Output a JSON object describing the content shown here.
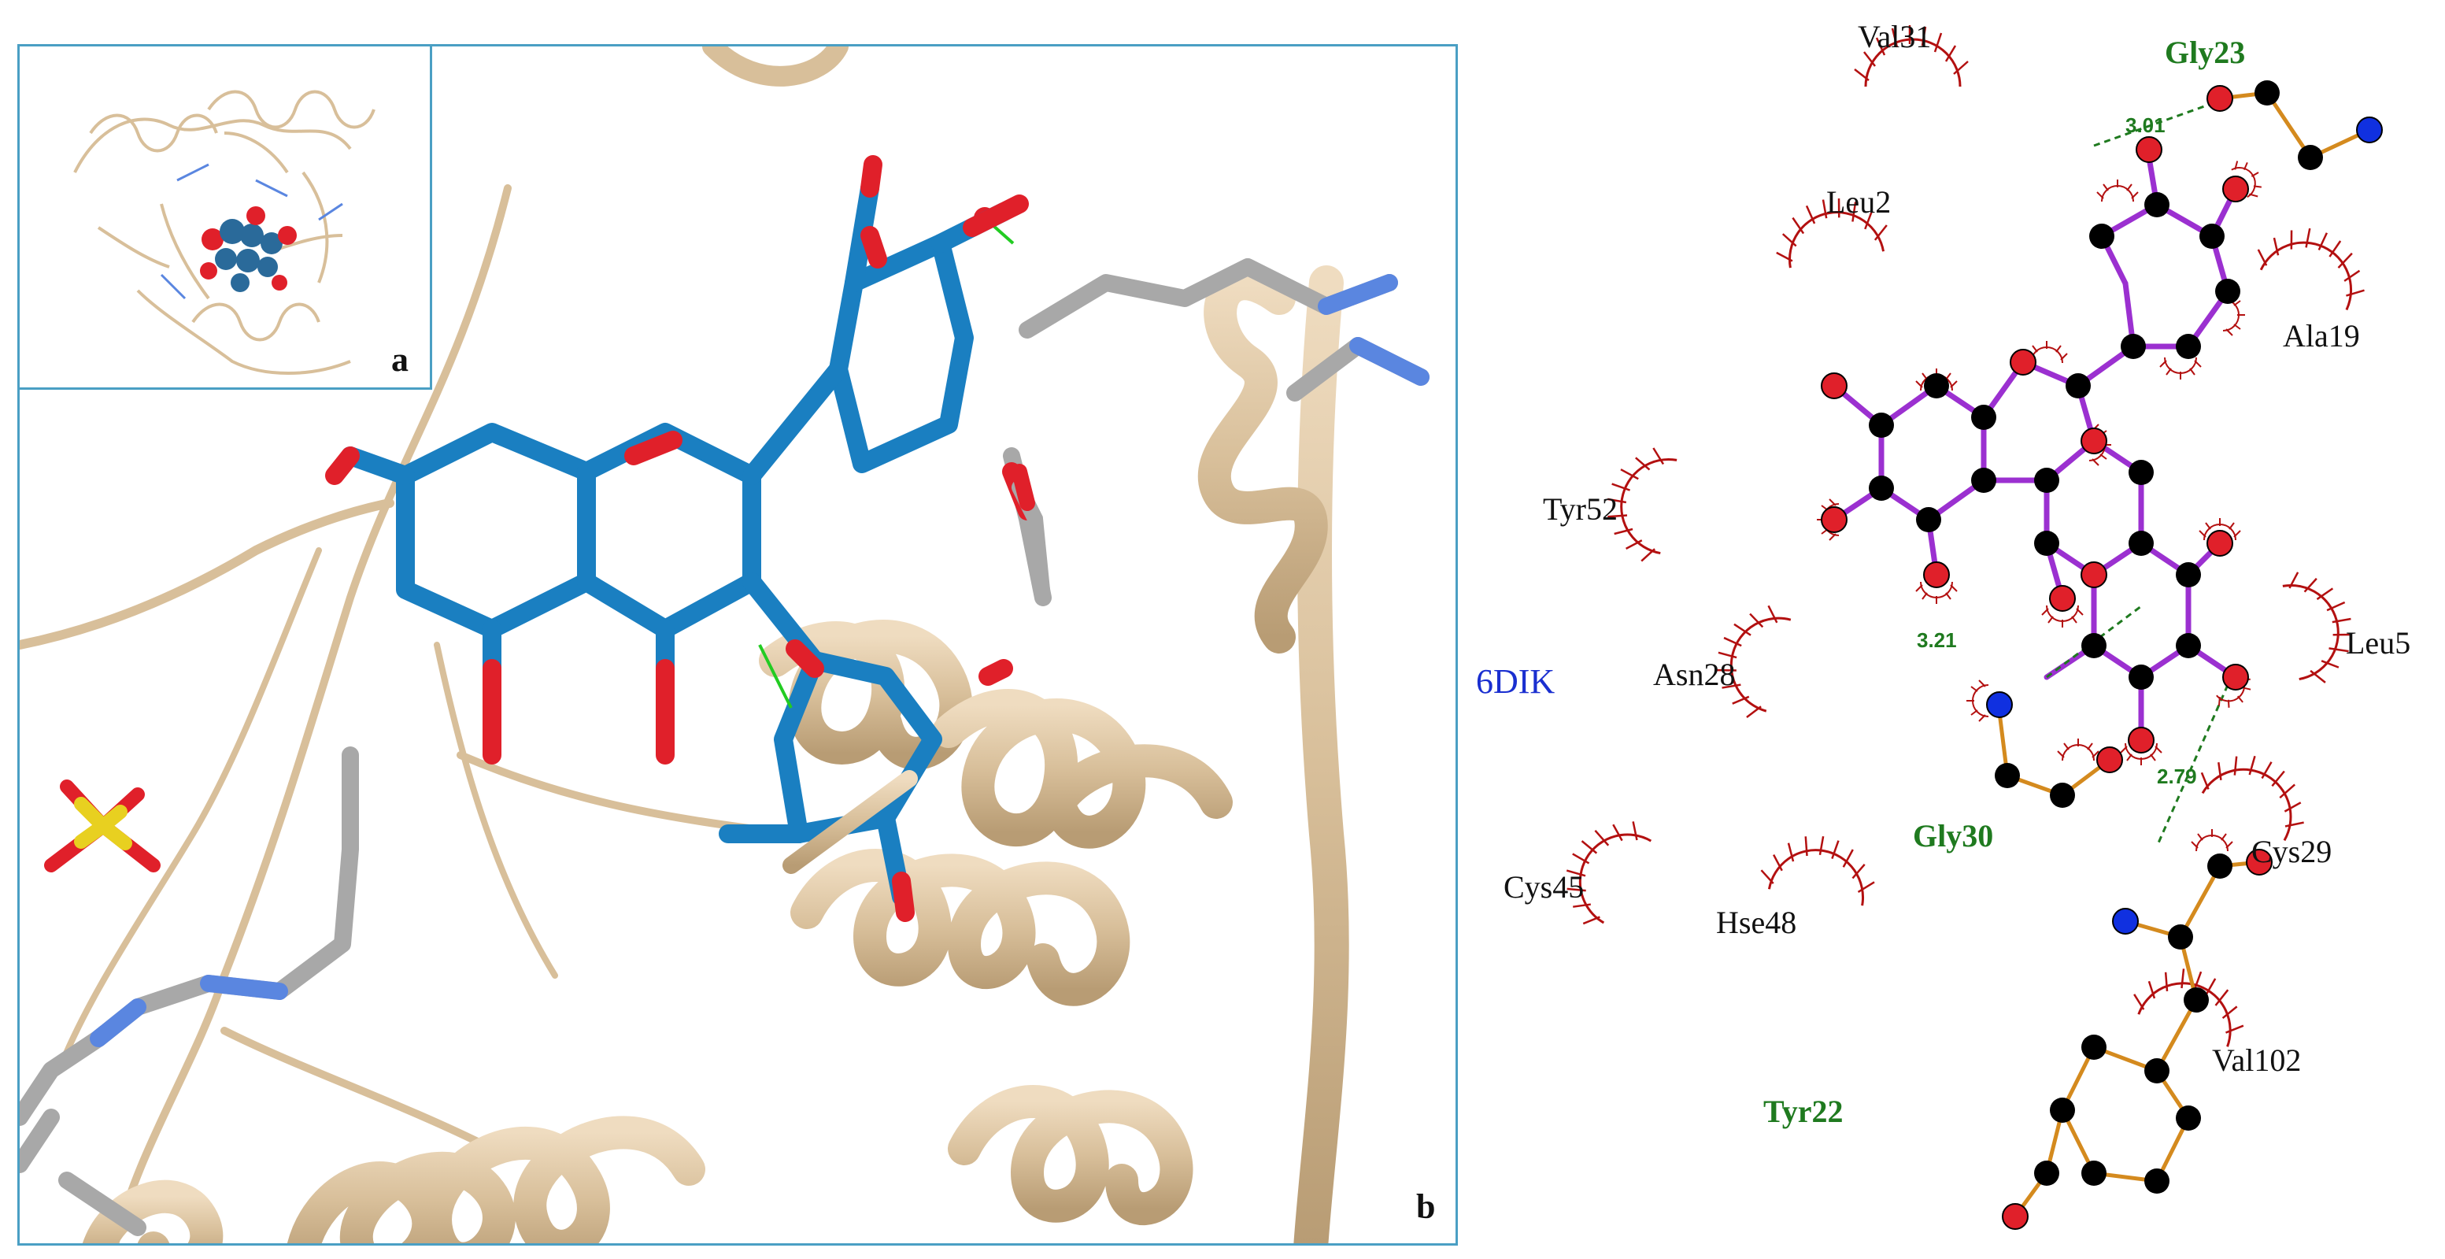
{
  "panels": {
    "inset_label": "a",
    "main_label": "b"
  },
  "pdb_id": "6DIK",
  "residues": {
    "val31": "Val31",
    "gly23": "Gly23",
    "leu2": "Leu2",
    "ala19": "Ala19",
    "tyr52": "Tyr52",
    "asn28": "Asn28",
    "leu5": "Leu5",
    "gly30": "Gly30",
    "cys29": "Cys29",
    "cys45": "Cys45",
    "hse48": "Hse48",
    "val102": "Val102",
    "tyr22": "Tyr22"
  },
  "hbonds": {
    "d1": "3.01",
    "d2": "3.21",
    "d3": "2.79"
  },
  "colors": {
    "ribbon": "#d8bf9a",
    "ligand": "#1a7fc1",
    "oxygen": "#e0202a",
    "nitrogen": "#1030e0",
    "carbon_atom": "#000000",
    "ligand_bond": "#9b30d0",
    "residue_bond": "#d48a1e",
    "hydrophobic_arc": "#b31010",
    "hbond": "#1f7a1f",
    "panel_border": "#4a9fc4"
  }
}
